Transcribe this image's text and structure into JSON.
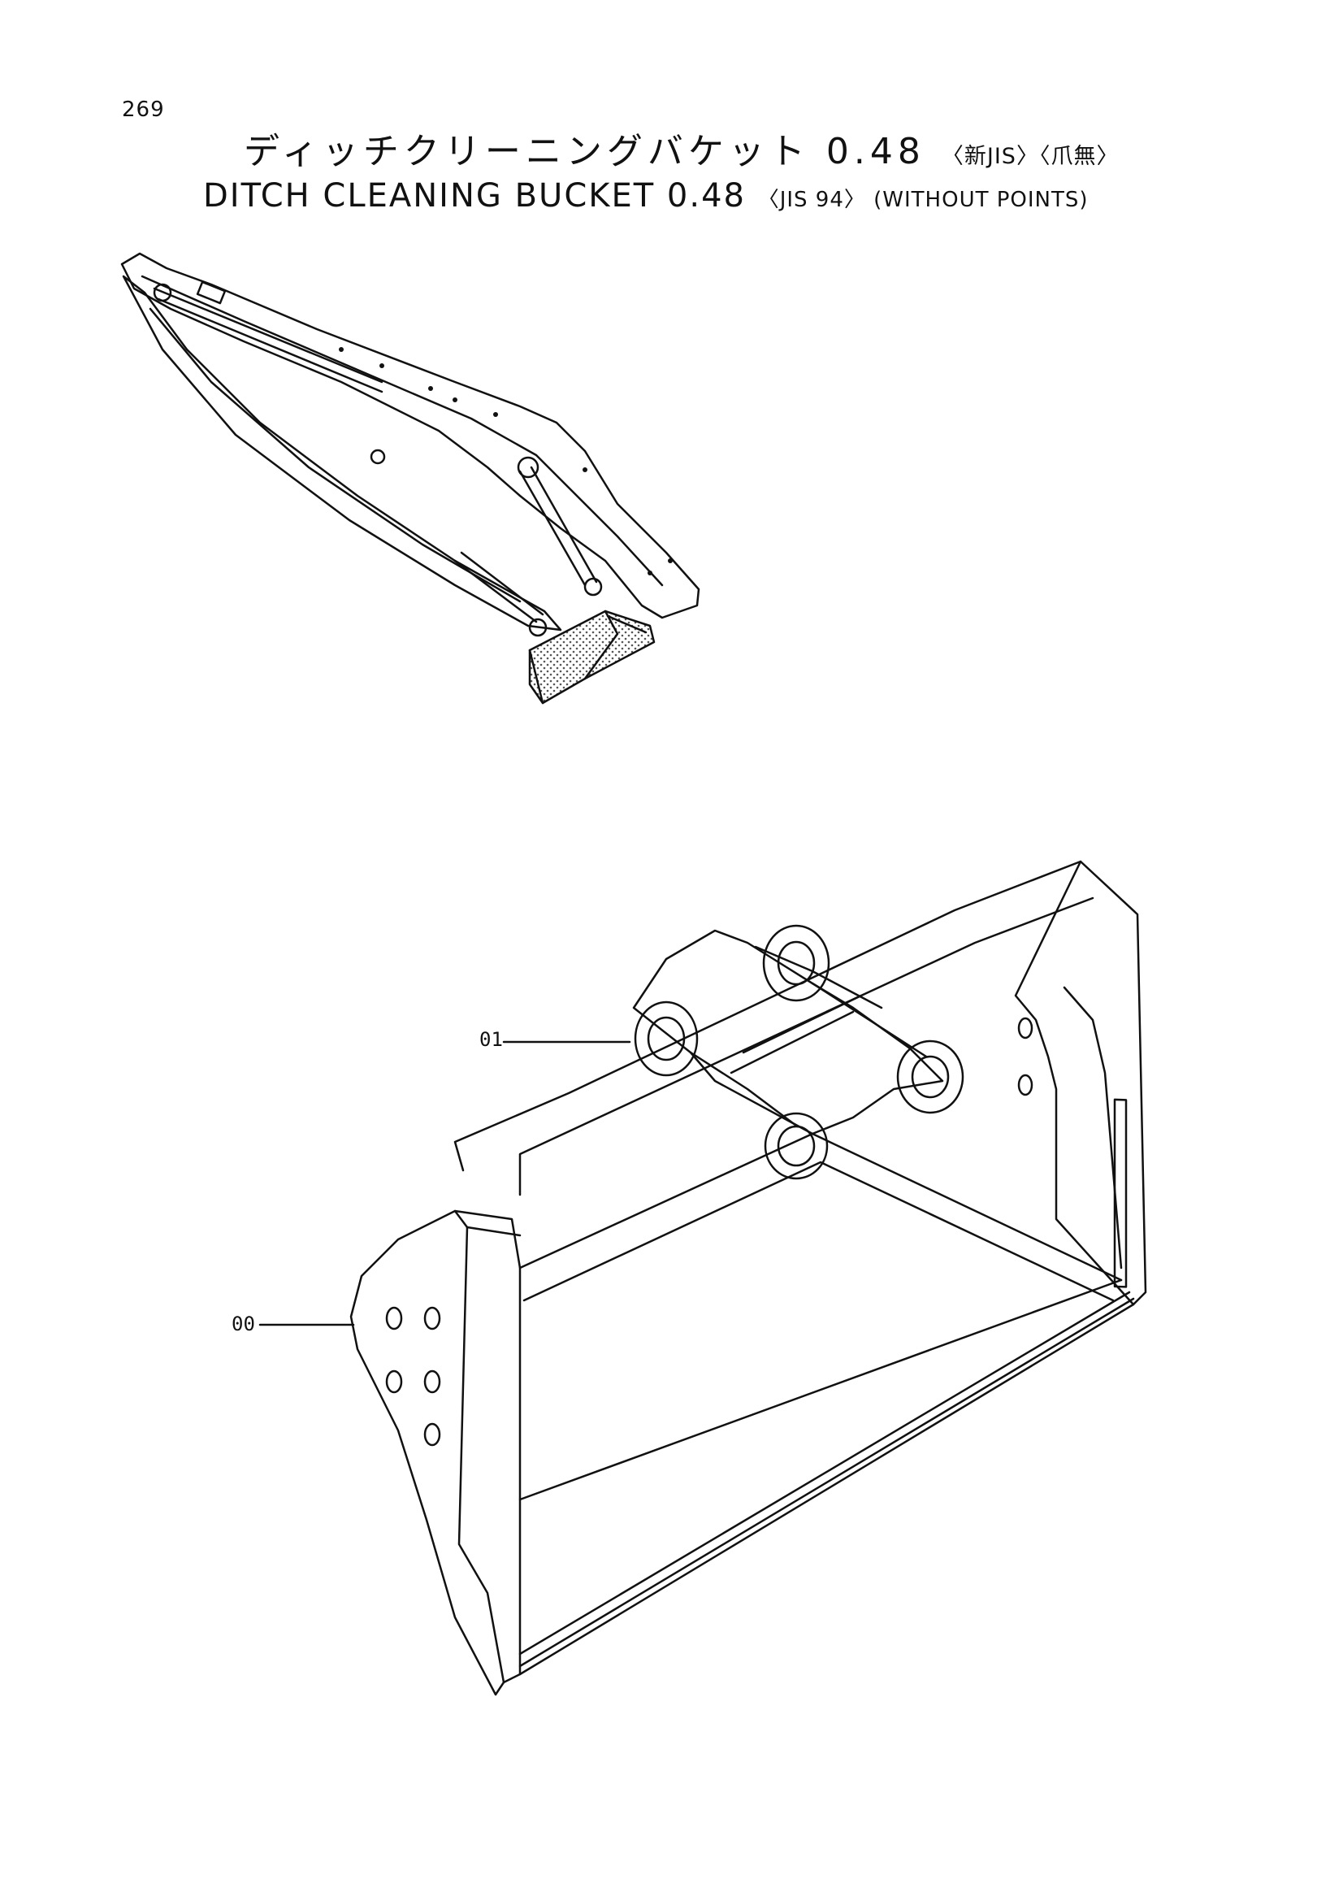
{
  "page": {
    "number": "269",
    "title_jp": "ディッチクリーニングバケット 0.48",
    "title_jp_qual": "〈新JIS〉〈爪無〉",
    "title_en": "DITCH CLEANING BUCKET 0.48",
    "title_en_qual": "〈JIS 94〉 (WITHOUT POINTS)"
  },
  "callouts": [
    {
      "id": "01"
    },
    {
      "id": "00"
    }
  ],
  "colors": {
    "ink": "#111111",
    "paper": "#ffffff",
    "stipple": "#555555"
  }
}
